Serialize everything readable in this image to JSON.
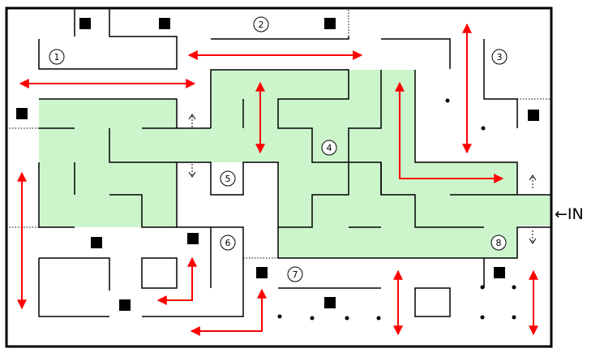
{
  "rooms": [
    {
      "id": "room-1",
      "label": "1"
    },
    {
      "id": "room-2",
      "label": "2"
    },
    {
      "id": "room-3",
      "label": "3"
    },
    {
      "id": "room-4",
      "label": "4"
    },
    {
      "id": "room-5",
      "label": "5"
    },
    {
      "id": "room-6",
      "label": "6"
    },
    {
      "id": "room-7",
      "label": "7"
    },
    {
      "id": "room-8",
      "label": "8"
    }
  ],
  "entrance": {
    "text": "←IN"
  },
  "colors": {
    "path": "#ccf5cc",
    "arrow": "#ff0000",
    "wall": "#000000"
  }
}
